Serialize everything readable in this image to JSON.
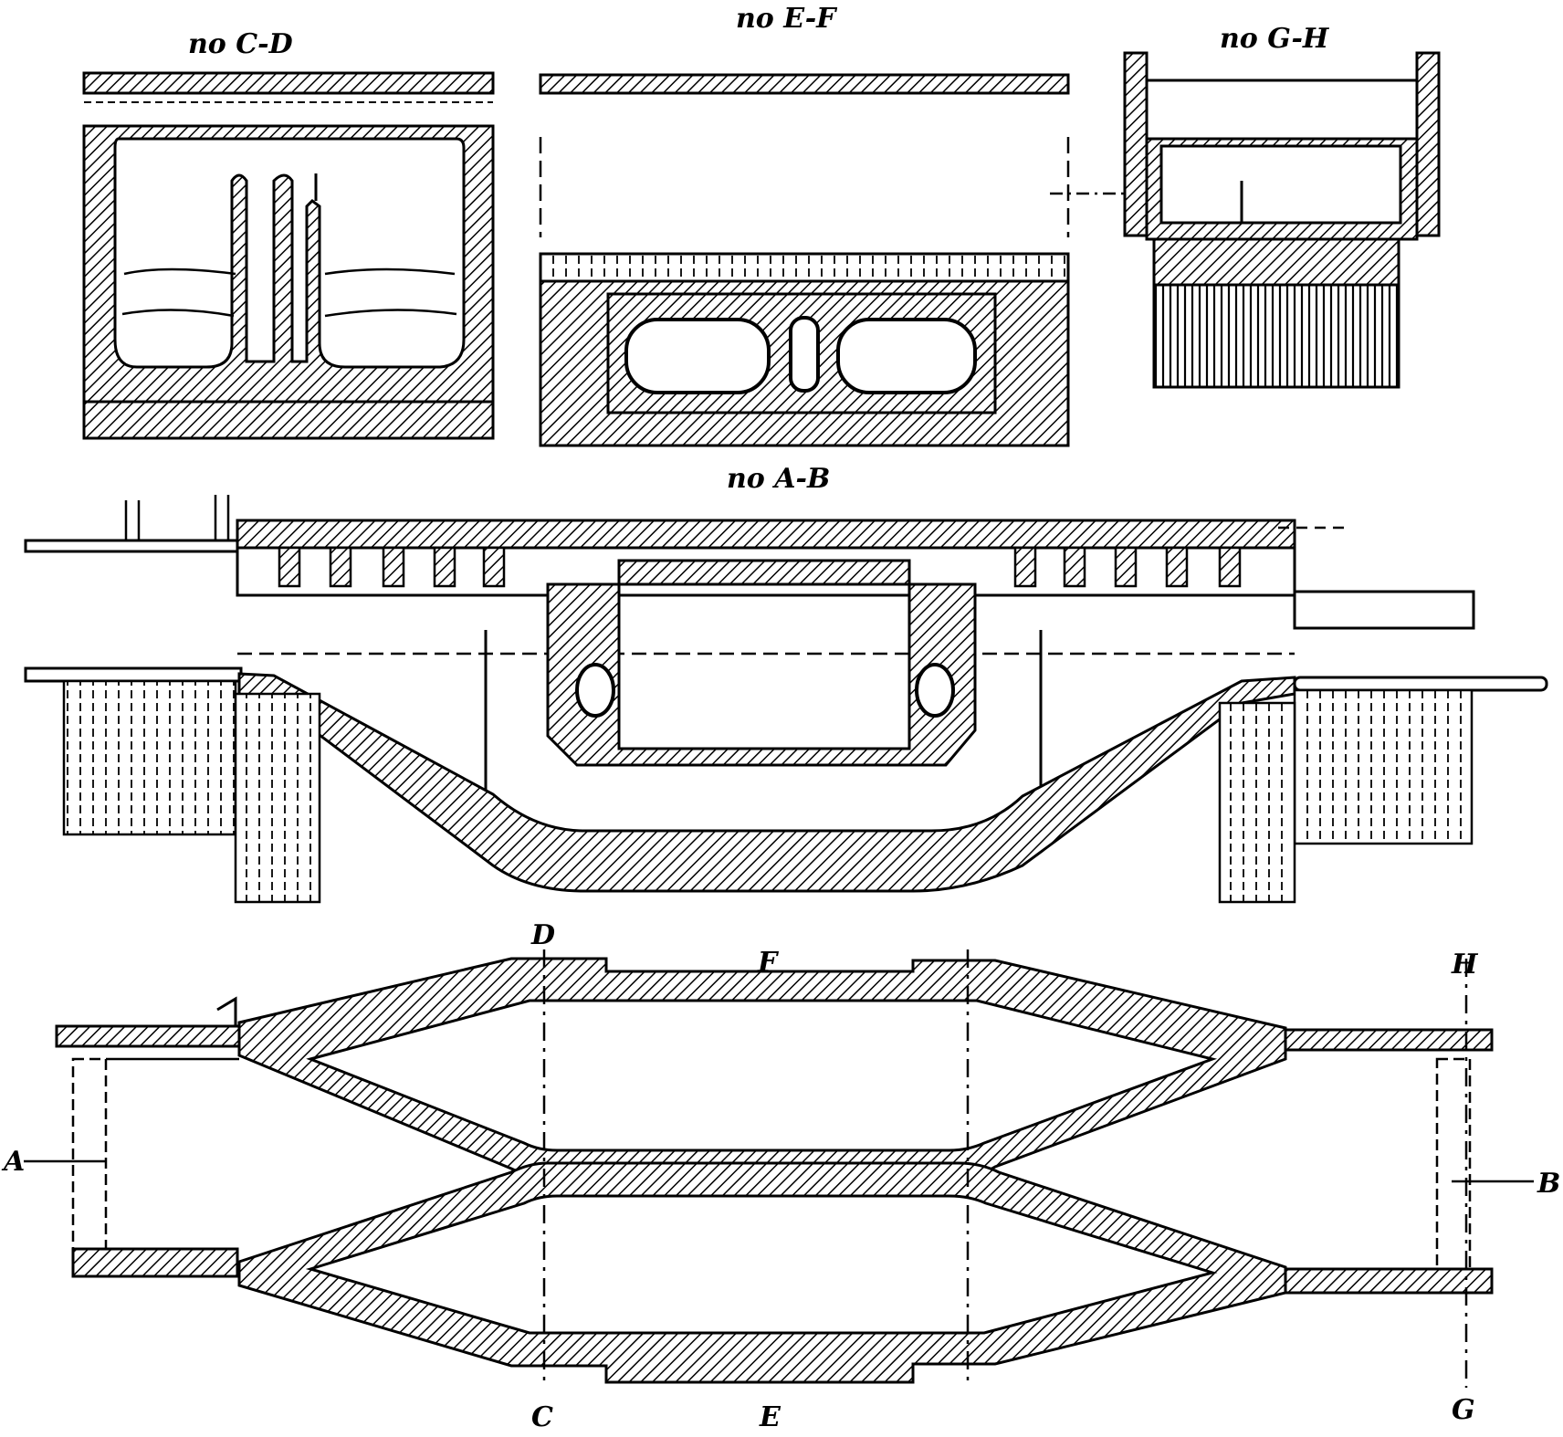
{
  "sections": {
    "cd_title": "по C-D",
    "ef_title": "по E-F",
    "gh_title": "по G-H",
    "ab_title": "по A-B"
  },
  "markers": {
    "a": "A",
    "b": "B",
    "c": "C",
    "d": "D",
    "e": "E",
    "f": "F",
    "g": "G",
    "h": "H"
  },
  "colors": {
    "ink": "#000000",
    "paper": "#ffffff"
  }
}
